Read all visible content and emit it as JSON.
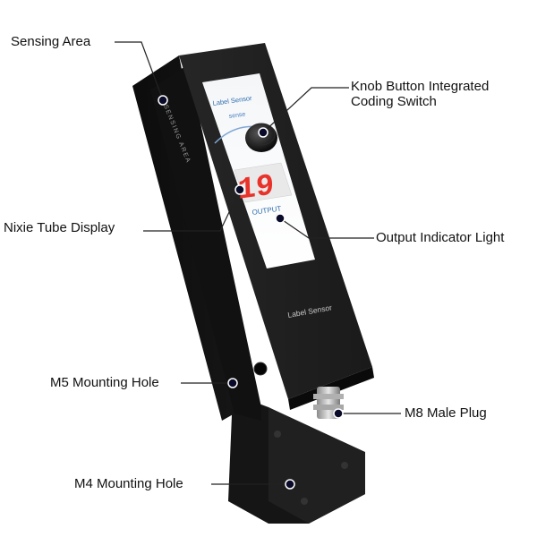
{
  "labels": {
    "sensing_area": "Sensing Area",
    "knob_button_line1": "Knob Button Integrated",
    "knob_button_line2": "Coding Switch",
    "nixie_tube_display": "Nixie Tube Display",
    "output_indicator_light": "Output Indicator Light",
    "m5_mounting_hole": "M5 Mounting Hole",
    "m8_male_plug": "M8 Male Plug",
    "m4_mounting_hole": "M4 Mounting Hole"
  },
  "device": {
    "panel_title": "Label Sensor",
    "sense_text": "sense",
    "display_digits": "19",
    "output_text": "OUTPUT",
    "front_text": "Label Sensor",
    "side_text": "SENSING AREA"
  },
  "colors": {
    "body": "#1b1b1b",
    "display_red": "#e8322a",
    "panel_blue": "#2f6fb0"
  }
}
